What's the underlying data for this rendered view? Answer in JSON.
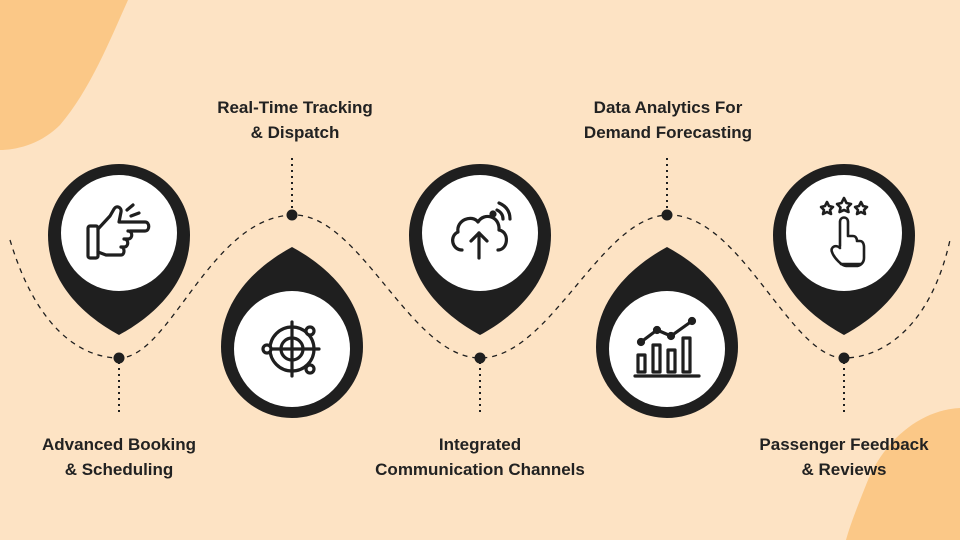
{
  "colors": {
    "background": "#fde3c4",
    "blob": "#fbc887",
    "pin": "#1f1f1f",
    "circle": "#ffffff",
    "icon": "#1f1f1f",
    "text": "#222222"
  },
  "steps": [
    {
      "icon": "pointing-hand-icon",
      "title": [
        "Advanced Booking",
        "& Scheduling"
      ]
    },
    {
      "icon": "target-radar-icon",
      "title": [
        "Real-Time Tracking",
        "& Dispatch"
      ]
    },
    {
      "icon": "cloud-upload-signal-icon",
      "title": [
        "Integrated",
        "Communication Channels"
      ]
    },
    {
      "icon": "bar-chart-trend-icon",
      "title": [
        "Data Analytics For",
        "Demand Forecasting"
      ]
    },
    {
      "icon": "stars-tap-hand-icon",
      "title": [
        "Passenger Feedback",
        "& Reviews"
      ]
    }
  ]
}
